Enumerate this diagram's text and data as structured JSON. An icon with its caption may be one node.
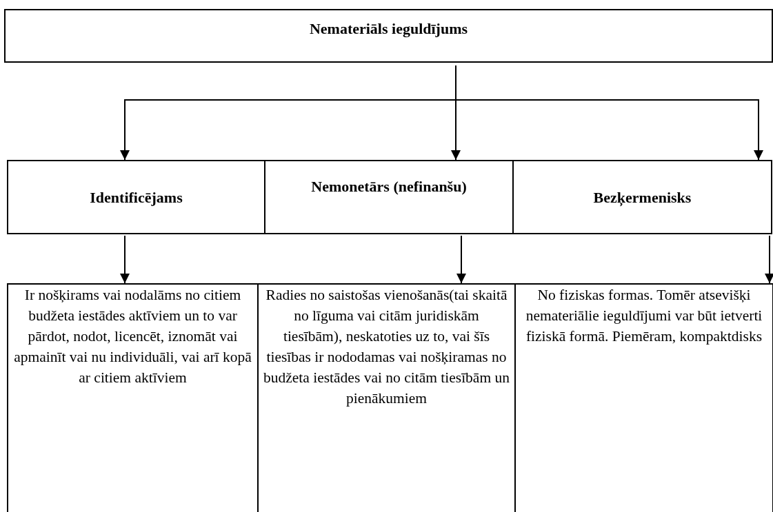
{
  "diagram": {
    "nodes": [
      {
        "text": [
          "Nemateriāls ieguldījums"
        ]
      },
      {
        "text": [
          "Identificējams"
        ]
      },
      {
        "text": [
          "Nemonetārs (nefinanšu)"
        ]
      },
      {
        "text": [
          "Bezķermenisks"
        ]
      },
      {
        "text": [
          "Ir nošķirams vai nodalāms no citiem budžeta iestādes aktīviem un to var pārdot, nodot, licencēt, iznomāt vai apmainīt vai nu individuāli, vai arī kopā ar citiem aktīviem"
        ]
      },
      {
        "text": [
          "Radies no saistošas vienošanās(tai skaitā no līguma vai citām juridiskām tiesībām), neskatoties uz to, vai šīs tiesības ir nododamas vai nošķiramas no budžeta iestādes vai no citām tiesībām un pienākumiem"
        ]
      },
      {
        "text": [
          "No fiziskas formas. Tomēr atsevišķi nemateriālie ieguldījumi var būt ietverti fiziskā formā. Piemēram, kompaktdisks"
        ]
      }
    ],
    "edges": [
      {
        "from": 0,
        "to": 1,
        "arrow": "to"
      },
      {
        "from": 0,
        "to": 2,
        "arrow": "to"
      },
      {
        "from": 0,
        "to": 3,
        "arrow": "to"
      },
      {
        "from": 1,
        "to": 4,
        "arrow": "to"
      },
      {
        "from": 2,
        "to": 5,
        "arrow": "to"
      },
      {
        "from": 3,
        "to": 6,
        "arrow": "to"
      }
    ]
  }
}
